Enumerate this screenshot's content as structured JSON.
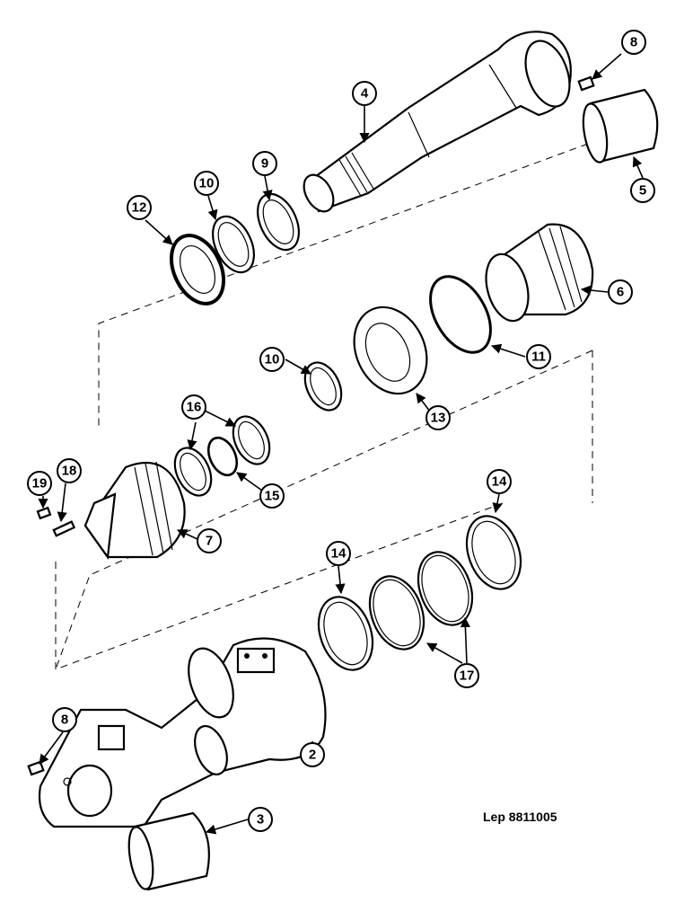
{
  "figure": {
    "reference": "Lep 8811005"
  },
  "callouts": [
    "8",
    "4",
    "9",
    "10",
    "12",
    "5",
    "6",
    "11",
    "10",
    "13",
    "16",
    "15",
    "19",
    "18",
    "7",
    "14",
    "14",
    "17",
    "8",
    "2",
    "3"
  ],
  "icons": {
    "arrow": "arrow-head-icon"
  }
}
